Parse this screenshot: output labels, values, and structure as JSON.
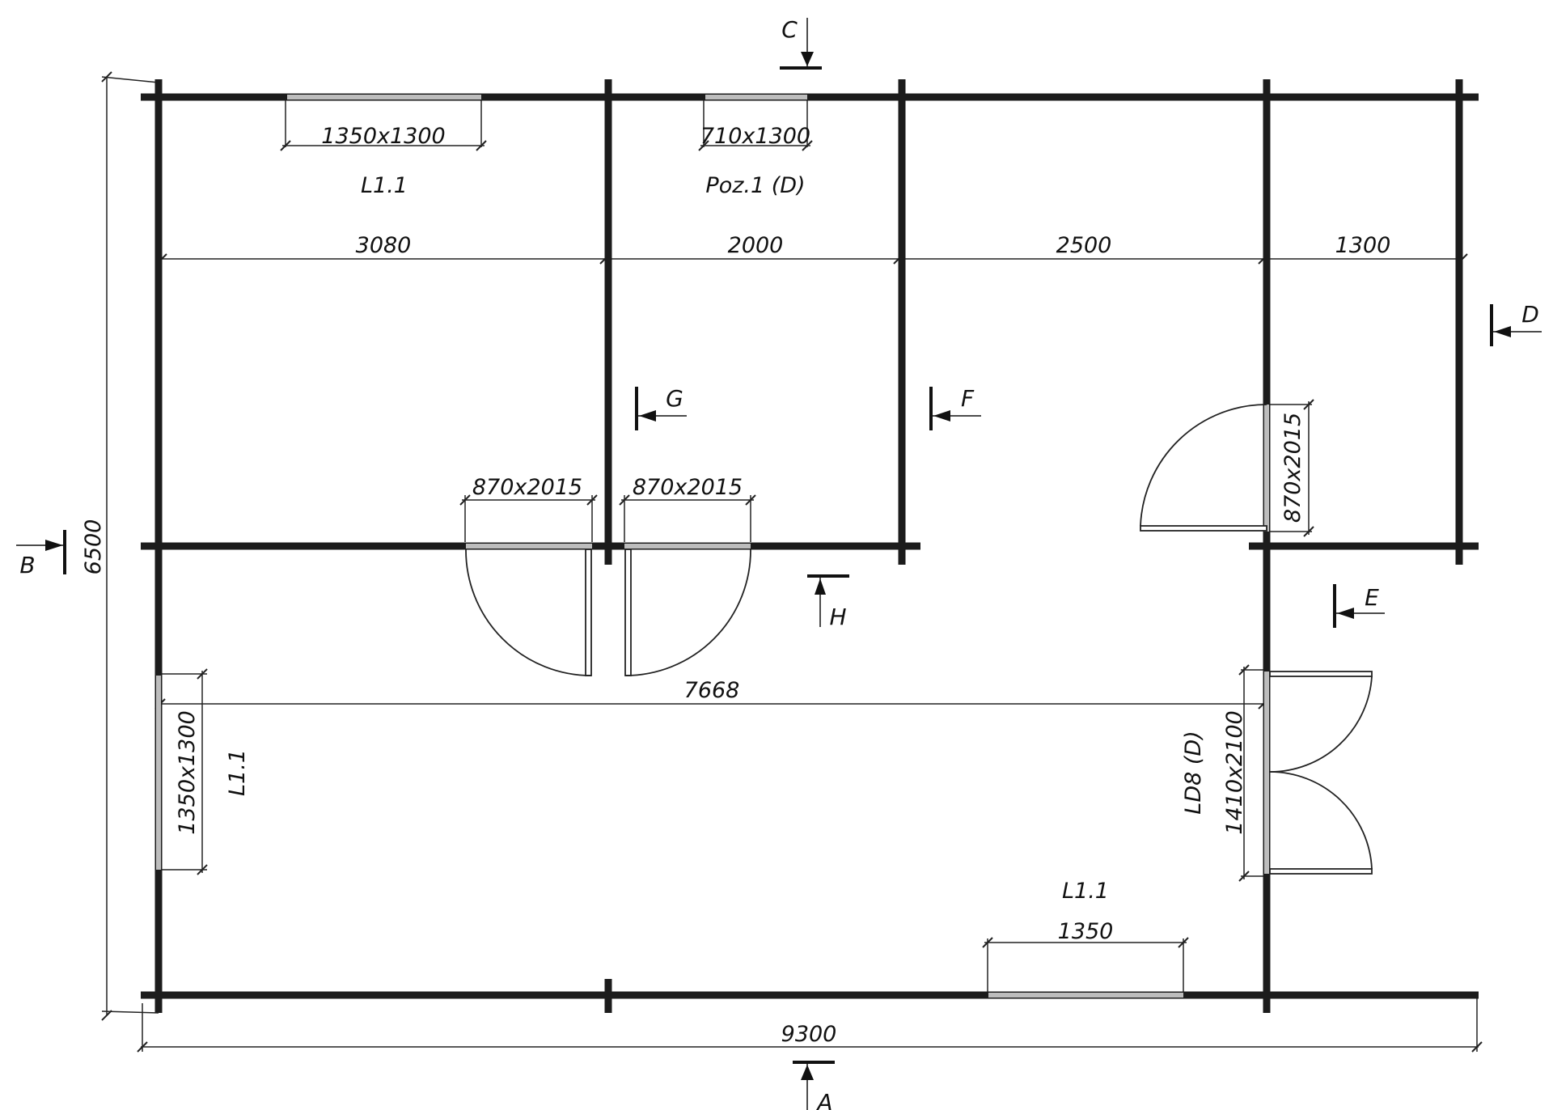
{
  "colors": {
    "wall": "#1c1c1c",
    "line": "#222222",
    "opening": "#bdbdbd",
    "background": "#ffffff"
  },
  "dimensions": {
    "overall_width": "9300",
    "overall_depth": "6500",
    "room_widths": [
      "3080",
      "2000",
      "2500",
      "1300"
    ],
    "hall_length": "7668"
  },
  "windows": {
    "top_left": {
      "size": "1350x1300",
      "code": "L1.1"
    },
    "top_middle": {
      "size": "710x1300",
      "code": "Poz.1 (D)"
    },
    "left_wall": {
      "size": "1350x1300",
      "code": "L1.1"
    },
    "bottom": {
      "size": "1350",
      "code": "L1.1"
    }
  },
  "doors": {
    "door_left": {
      "size": "870x2015"
    },
    "door_right": {
      "size": "870x2015"
    },
    "door_east": {
      "size": "870x2015"
    },
    "entrance": {
      "size": "1410x2100",
      "code": "LD8 (D)"
    }
  },
  "section_marks": {
    "a": "A",
    "b": "B",
    "c": "C",
    "d": "D",
    "e": "E",
    "f": "F",
    "g": "G",
    "h": "H"
  }
}
